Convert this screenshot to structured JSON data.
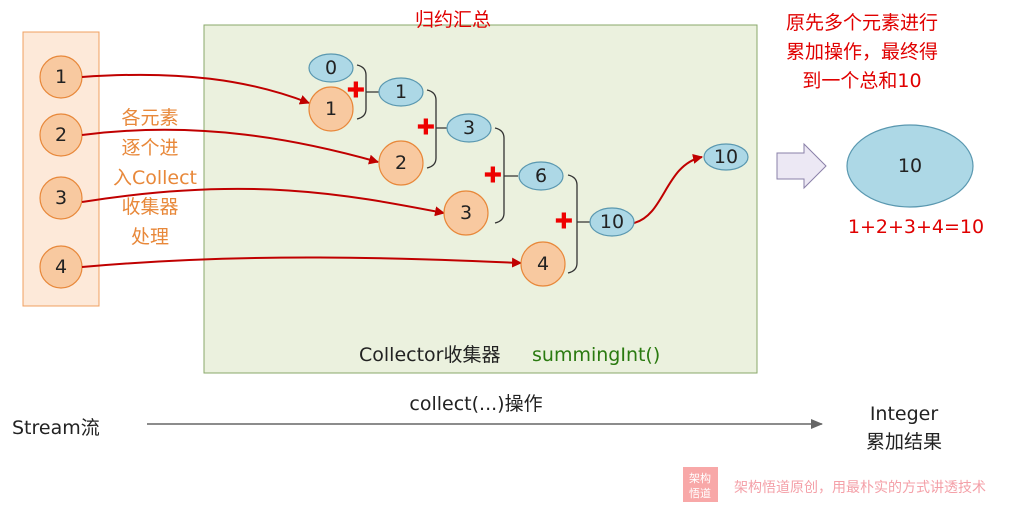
{
  "title": "归约汇总",
  "note": [
    "原先多个元素进行",
    "累加操作，最终得",
    "到一个总和10"
  ],
  "stream_elements": [
    "1",
    "2",
    "3",
    "4"
  ],
  "side_note": [
    "各元素",
    "逐个进",
    "入Collect",
    "收集器",
    "处理"
  ],
  "accumulators": [
    "0",
    "1",
    "3",
    "6",
    "10"
  ],
  "inputs": [
    "1",
    "2",
    "3",
    "4"
  ],
  "output_value": "10",
  "result_value": "10",
  "equation": "1+2+3+4=10",
  "collector_label": "Collector收集器",
  "collector_method": "summingInt()",
  "stream_label": "Stream流",
  "operation_label": "collect(...)操作",
  "result_label": [
    "Integer",
    "累加结果"
  ],
  "plus_symbol": "✚",
  "watermark": {
    "logo": [
      "架构",
      "悟道"
    ],
    "text": "架构悟道原创，用最朴实的方式讲透技术"
  }
}
